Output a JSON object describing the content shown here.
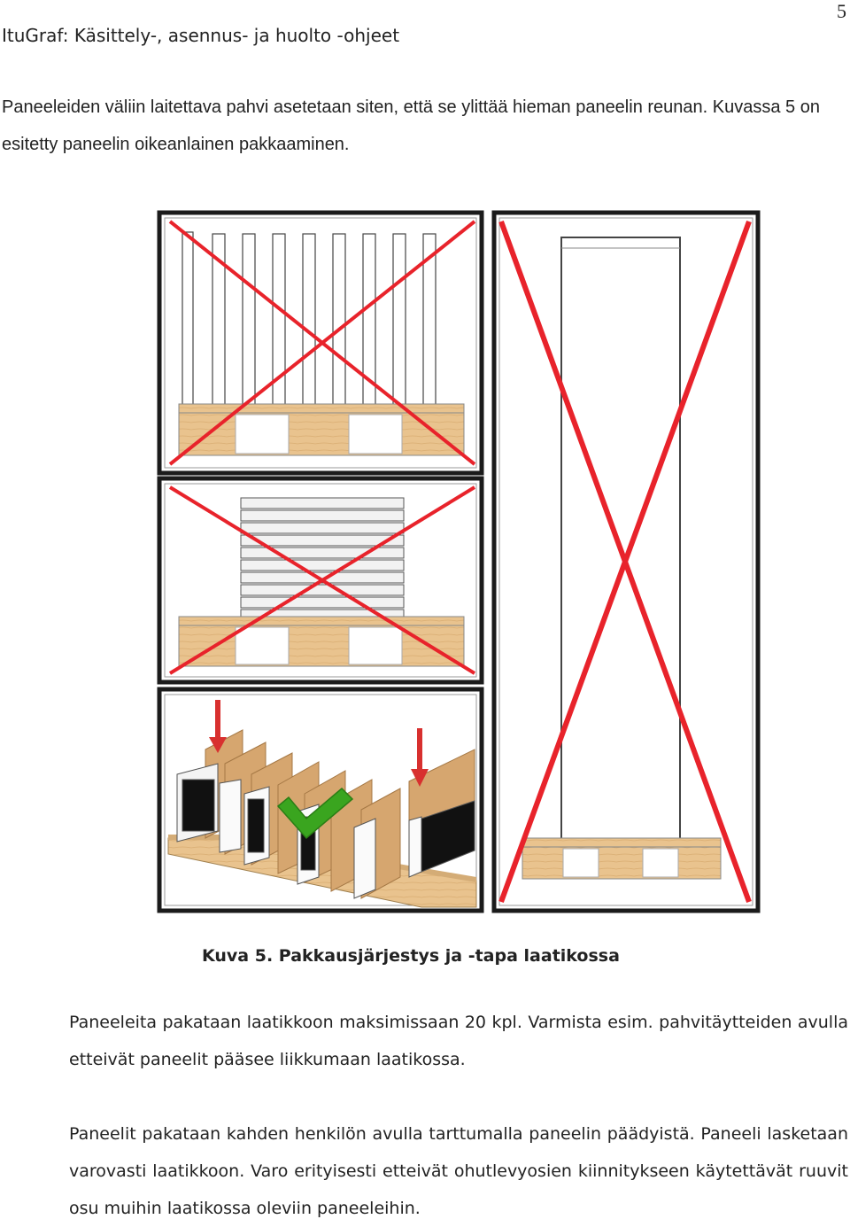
{
  "header": {
    "title": "ItuGraf: Käsittely-, asennus- ja huolto -ohjeet",
    "page_number": "5"
  },
  "intro_text": "Paneeleiden väliin laitettava pahvi asetetaan siten, että se ylittää hieman paneelin reunan. Kuvassa 5 on esitetty paneelin oikeanlainen pakkaaminen.",
  "figure": {
    "caption": "Kuva 5. Pakkausjärjestys ja -tapa laatikossa",
    "colors": {
      "cross": "#e8232b",
      "check": "#3aa51f",
      "arrow": "#d8302f",
      "wood": "#e9c38e",
      "cardboard": "#d6a66f",
      "frame": "#1b1b1b",
      "panel": "#ffffff"
    }
  },
  "paragraphs": [
    "Paneeleita pakataan laatikkoon maksimissaan 20 kpl. Varmista esim. pahvitäytteiden avulla etteivät paneelit pääsee liikkumaan laatikossa.",
    "Paneelit pakataan kahden henkilön avulla tarttumalla paneelin päädyistä. Paneeli lasketaan varovasti laatikkoon. Varo erityisesti etteivät ohutlevyosien kiinnitykseen käytettävät ruuvit osu muihin laatikossa oleviin paneeleihin."
  ]
}
